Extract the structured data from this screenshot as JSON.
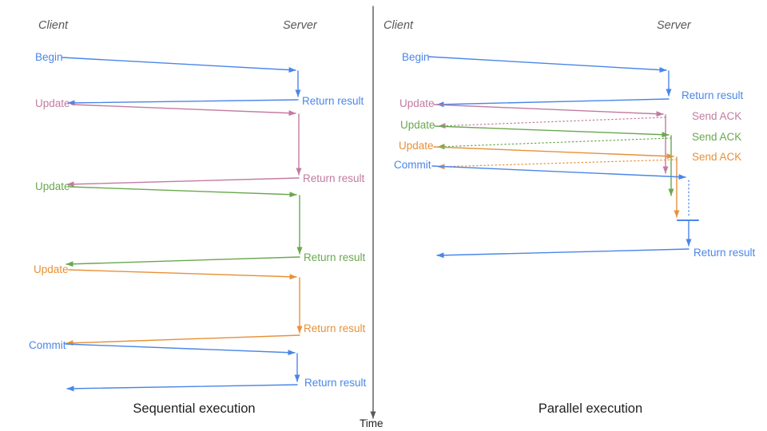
{
  "colors": {
    "blue": "#4a86e8",
    "pink": "#c27ba0",
    "green": "#6aa84f",
    "orange": "#e69138",
    "axis": "#595959",
    "heading": "#595959",
    "title": "#1f1f1f"
  },
  "time_axis": {
    "label": "Time"
  },
  "sequential": {
    "title": "Sequential execution",
    "client_label": "Client",
    "server_label": "Server",
    "messages": [
      {
        "label": "Begin",
        "return_label": "Return result"
      },
      {
        "label": "Update",
        "return_label": "Return result"
      },
      {
        "label": "Update",
        "return_label": "Return result"
      },
      {
        "label": "Update",
        "return_label": "Return result"
      },
      {
        "label": "Commit",
        "return_label": "Return result"
      }
    ]
  },
  "parallel": {
    "title": "Parallel execution",
    "client_label": "Client",
    "server_label": "Server",
    "messages": [
      {
        "label": "Begin",
        "server_label": "Return result"
      },
      {
        "label": "Update",
        "server_label": "Send ACK"
      },
      {
        "label": "Update",
        "server_label": "Send ACK"
      },
      {
        "label": "Update",
        "server_label": "Send ACK"
      },
      {
        "label": "Commit",
        "server_label": "Return result"
      }
    ]
  }
}
